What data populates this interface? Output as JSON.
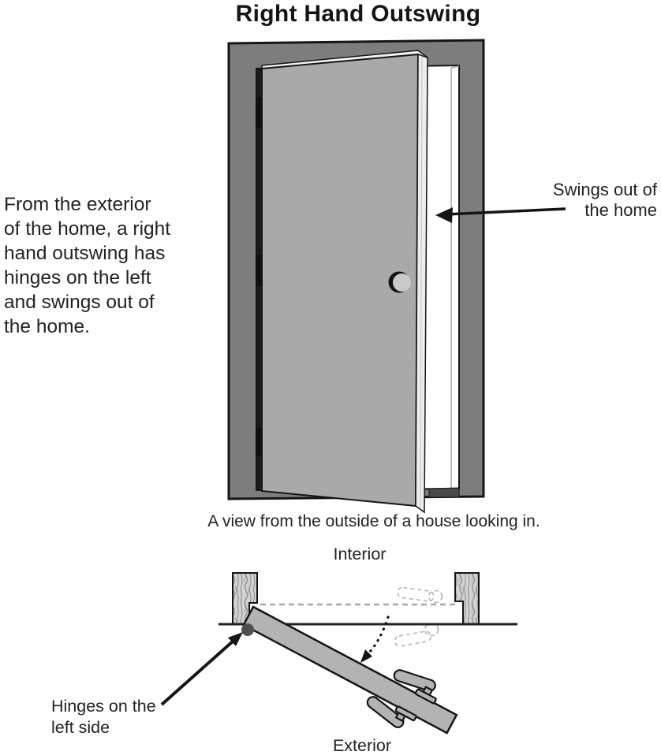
{
  "title": "Right Hand Outswing",
  "description": {
    "lines": [
      "From the exterior",
      "of the home, a right",
      "hand outswing has",
      "hinges on the left",
      "and swings out of",
      "the home."
    ]
  },
  "main_diagram": {
    "swing_label": {
      "lines": [
        "Swings out of",
        "the home"
      ]
    },
    "caption": "A view from the outside of a house looking in."
  },
  "top_view": {
    "interior_label": "Interior",
    "exterior_label": "Exterior",
    "hinge_label": {
      "lines": [
        "Hinges on the",
        "left side"
      ]
    }
  },
  "icons": {
    "swing_arrow": "left-pointing-arrow",
    "hinge_arrow": "up-right-pointing-arrow",
    "swing_arc_arrow": "dotted-curved-arrow"
  },
  "colors": {
    "frame_gray": "#7d7d7d",
    "door_gray": "#a9a9a9",
    "door_edge": "#ededed",
    "top_view_door_gray": "#b3b3b3",
    "outline_black": "#151515",
    "knob_gray": "#c9c9c9",
    "hinge_dot_gray": "#4f4f4f",
    "dashed_gray": "#a8a8a8",
    "wood_base": "#d2d2d2",
    "wood_grain": "#828282"
  }
}
